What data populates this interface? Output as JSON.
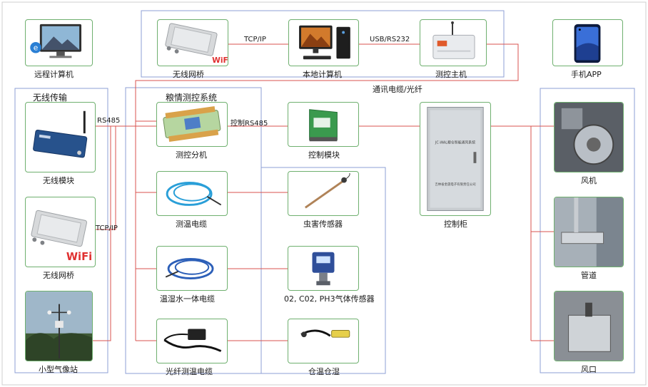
{
  "devices": {
    "remote_pc": "远程计算机",
    "wireless_bridge_top": "无线网桥",
    "local_pc": "本地计算机",
    "control_host": "测控主机",
    "phone_app": "手机APP",
    "wireless_module": "无线模块",
    "wireless_bridge_left": "无线网桥",
    "weather_station": "小型气像站",
    "control_splitter": "测控分机",
    "control_module": "控制模块",
    "control_cabinet": "控制柜",
    "temp_cable": "测温电缆",
    "pest_sensor": "虫害传感器",
    "humidity_cable": "温湿水一体电缆",
    "gas_sensor": "02, C02, PH3气体传感器",
    "fiber_cable": "光纤测温电缆",
    "warehouse_sensor": "仓温仓湿",
    "fan": "风机",
    "pipe": "管道",
    "vent": "风口"
  },
  "groups": {
    "wireless_transfer": "无线传输",
    "grain_system": "粮情测控系统"
  },
  "links": {
    "tcpip_top": "TCP/IP",
    "usb_rs232": "USB/RS232",
    "comm_cable": "通讯电缆/光纤",
    "rs485": "RS485",
    "control_rs485": "控制RS485",
    "tcpip_left": "TCP/IP"
  },
  "wifi_text": "WiFi",
  "cabinet_text": {
    "system": "JC-WAL粮仓智能通风系统",
    "company": "吉林省金晟电子有限责任公司"
  },
  "colors": {
    "wire": "#d9534f",
    "group_border": "#8e9fd6",
    "card_border": "#6fb06f"
  }
}
